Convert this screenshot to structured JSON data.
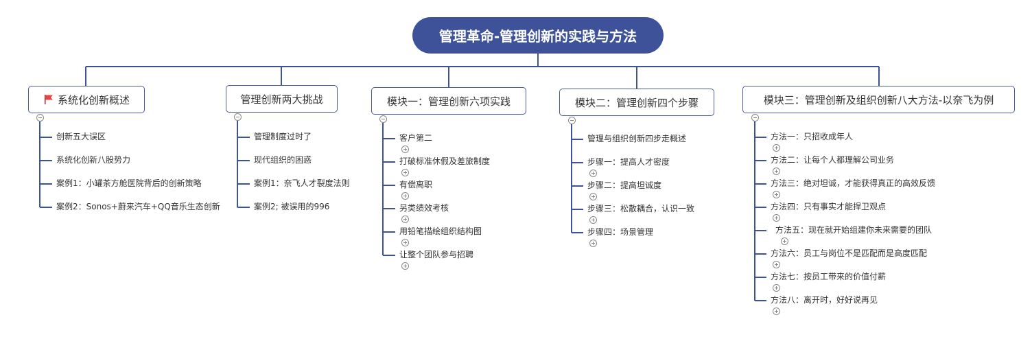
{
  "colors": {
    "root_bg": "#3d5298",
    "line": "#3d5298",
    "flag": "#e64545"
  },
  "root": {
    "title": "管理革命-管理创新的实践与方法"
  },
  "branches": [
    {
      "label": "系统化创新概述",
      "icon": "flag-icon",
      "items": [
        {
          "label": "创新五大误区",
          "expandable": false
        },
        {
          "label": "系统化创新八股势力",
          "expandable": false
        },
        {
          "label": "案例1：小罐茶方舱医院背后的创新策略",
          "expandable": false
        },
        {
          "label": "案例2：Sonos+蔚来汽车+QQ音乐生态创新",
          "expandable": false
        }
      ]
    },
    {
      "label": "管理创新两大挑战",
      "items": [
        {
          "label": "管理制度过时了",
          "expandable": false
        },
        {
          "label": "现代组织的困惑",
          "expandable": false
        },
        {
          "label": "案例1：奈飞人才裂度法则",
          "expandable": false
        },
        {
          "label": "案例2; 被误用的996",
          "expandable": false
        }
      ]
    },
    {
      "label": "模块一：管理创新六项实践",
      "items": [
        {
          "label": "客户第二",
          "expandable": true
        },
        {
          "label": "打破标准休假及差旅制度",
          "expandable": true
        },
        {
          "label": "有偿离职",
          "expandable": true
        },
        {
          "label": "另类绩效考核",
          "expandable": true
        },
        {
          "label": "用铅笔描绘组织结构图",
          "expandable": true
        },
        {
          "label": "让整个团队参与招聘",
          "expandable": true
        }
      ]
    },
    {
      "label": "模块二：管理创新四个步骤",
      "items": [
        {
          "label": "管理与组织创新四步走概述",
          "expandable": false
        },
        {
          "label": "步骤一：提高人才密度",
          "expandable": true
        },
        {
          "label": "步骤二：提高坦诚度",
          "expandable": true
        },
        {
          "label": "步骤三：松散耦合，认识一致",
          "expandable": true
        },
        {
          "label": "步骤四：场景管理",
          "expandable": true
        }
      ]
    },
    {
      "label": "模块三：管理创新及组织创新八大方法-以奈飞为例",
      "items": [
        {
          "label": "方法一：只招收成年人",
          "expandable": true
        },
        {
          "label": "方法二：让每个人都理解公司业务",
          "expandable": true
        },
        {
          "label": "方法三：绝对坦诚，才能获得真正的高效反馈",
          "expandable": true
        },
        {
          "label": "方法四：只有事实才能捍卫观点",
          "expandable": true
        },
        {
          "label": "方法五：现在就开始组建你未来需要的团队",
          "expandable": true
        },
        {
          "label": "方法六：员工与岗位不是匹配而是高度匹配",
          "expandable": true
        },
        {
          "label": "方法七：按员工带来的价值付薪",
          "expandable": true
        },
        {
          "label": "方法八：离开时，好好说再见",
          "expandable": true
        }
      ]
    }
  ]
}
